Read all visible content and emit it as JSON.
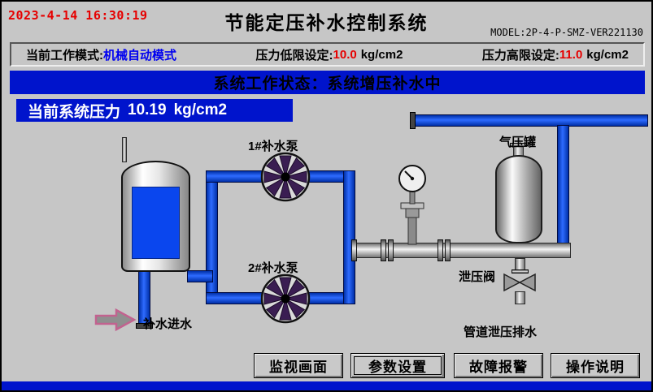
{
  "header": {
    "datetime": "2023-4-14 16:30:19",
    "title": "节能定压补水控制系统",
    "model": "MODEL:2P-4-P-SMZ-VER221130"
  },
  "status_bar": {
    "mode_label": "当前工作模式:",
    "mode_value": "机械自动模式",
    "low_limit_label": "压力低限设定:",
    "low_limit_value": "10.0",
    "low_limit_unit": "kg/cm2",
    "high_limit_label": "压力高限设定:",
    "high_limit_value": "11.0",
    "high_limit_unit": "kg/cm2"
  },
  "banners": {
    "system_status": "系统工作状态：系统增压补水中",
    "pressure_label": "当前系统压力",
    "pressure_value": "10.19",
    "pressure_unit": "kg/cm2"
  },
  "diagram": {
    "pump1_label": "1#补水泵",
    "pump2_label": "2#补水泵",
    "air_tank_label": "气压罐",
    "relief_valve_label": "泄压阀",
    "inlet_label": "补水进水",
    "drain_label": "管道泄压排水"
  },
  "buttons": [
    {
      "label": "监视画面"
    },
    {
      "label": "参数设置"
    },
    {
      "label": "故障报警"
    },
    {
      "label": "操作说明"
    }
  ],
  "colors": {
    "background": "#c6c6c6",
    "banner_blue": "#0014cc",
    "pipe_blue": "#2e6bff",
    "alert_red": "#e60000",
    "mode_text_blue": "#0000f0",
    "water_blue": "#0a46ee",
    "pump_blade_purple": "#3a1d52"
  }
}
